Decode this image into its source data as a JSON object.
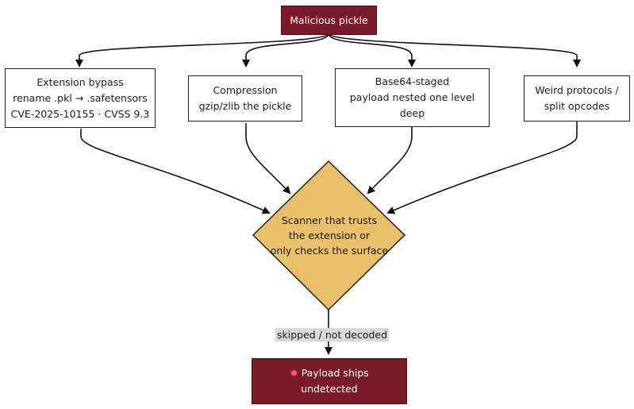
{
  "nodes": {
    "start": {
      "label": "Malicious pickle"
    },
    "extension_bypass": {
      "lines": [
        "Extension bypass",
        "rename .pkl → .safetensors",
        "CVE-2025-10155 · CVSS 9.3"
      ]
    },
    "compression": {
      "lines": [
        "Compression",
        "gzip/zlib the pickle"
      ]
    },
    "base64": {
      "lines": [
        "Base64-staged",
        "payload nested one level",
        "deep"
      ]
    },
    "weird_protocols": {
      "lines": [
        "Weird protocols /",
        "split opcodes"
      ]
    },
    "scanner": {
      "lines": [
        "Scanner that trusts",
        "the extension or",
        "only checks the surface"
      ]
    },
    "result": {
      "icon": "✹",
      "line1": "Payload ships",
      "line2": "undetected"
    }
  },
  "edge_label": "skipped / not decoded",
  "colors": {
    "dark_node": "#7a1b2a",
    "decision": "#e8c06a",
    "label_bg": "#d9d9d9"
  }
}
